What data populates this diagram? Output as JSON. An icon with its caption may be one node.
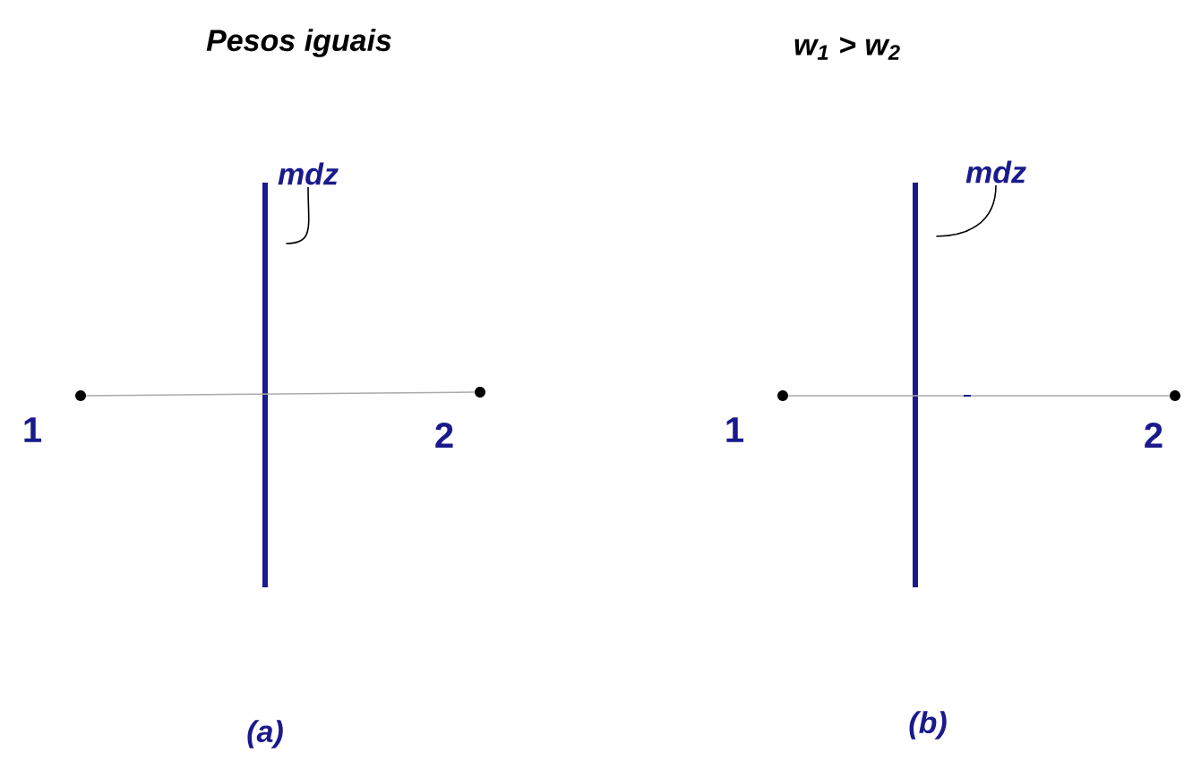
{
  "diagram": {
    "nodes": [
      {
        "text": [],
        "shape": "circle",
        "beside": [
          "1"
        ]
      },
      {
        "text": [],
        "shape": "circle",
        "beside": [
          "2"
        ]
      },
      {
        "text": [
          "mdz"
        ]
      },
      {
        "text": [],
        "shape": "bar"
      },
      {
        "text": [],
        "shape": "circle",
        "beside": [
          "1"
        ]
      },
      {
        "text": [],
        "shape": "circle",
        "beside": [
          "2"
        ]
      },
      {
        "text": [
          "mdz"
        ]
      },
      {
        "text": [],
        "shape": "bar"
      }
    ],
    "edges": [
      {
        "from": 0,
        "to": 1,
        "arrow": "none"
      },
      {
        "from": 2,
        "to": 3,
        "arrow": "none",
        "color": "#000000"
      },
      {
        "from": 4,
        "to": 5,
        "arrow": "none"
      },
      {
        "from": 6,
        "to": 7,
        "arrow": "none",
        "color": "#000000"
      }
    ],
    "labels": [
      "Pesos iguais",
      "w$_{1}$ > w$_{2}$",
      "(a)",
      "(b)"
    ]
  }
}
